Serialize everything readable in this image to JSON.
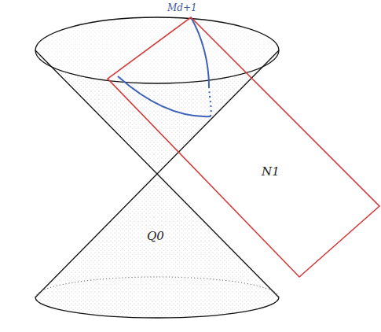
{
  "diagram": {
    "nodes": [
      {
        "text": [
          "N1"
        ]
      }
    ],
    "labels": [
      "Md+1",
      "Q0"
    ]
  }
}
